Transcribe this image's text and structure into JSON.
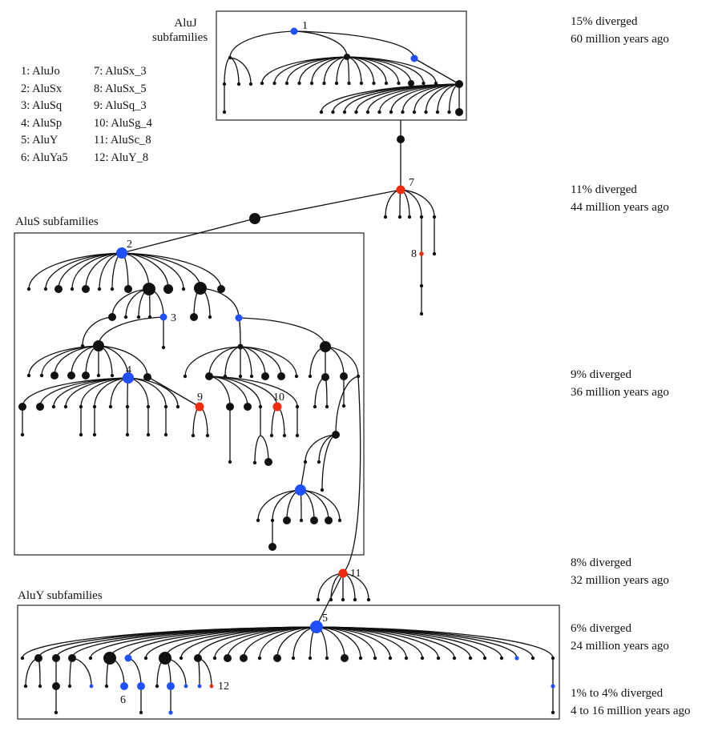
{
  "groups": {
    "aluj": "AluJ",
    "aluj_sub": "subfamilies",
    "alus": "AluS subfamilies",
    "aluy": "AluY subfamilies"
  },
  "key": [
    {
      "num": "1",
      "name": "AluJo"
    },
    {
      "num": "2",
      "name": "AluSx"
    },
    {
      "num": "3",
      "name": "AluSq"
    },
    {
      "num": "4",
      "name": "AluSp"
    },
    {
      "num": "5",
      "name": "AluY"
    },
    {
      "num": "6",
      "name": "AluYa5"
    },
    {
      "num": "7",
      "name": "AluSx_3"
    },
    {
      "num": "8",
      "name": "AluSx_5"
    },
    {
      "num": "9",
      "name": "AluSq_3"
    },
    {
      "num": "10",
      "name": "AluSg_4"
    },
    {
      "num": "11",
      "name": "AluSc_8"
    },
    {
      "num": "12",
      "name": "AluY_8"
    }
  ],
  "time_labels": [
    {
      "diverged": "15% diverged",
      "age": "60 million years ago"
    },
    {
      "diverged": "11% diverged",
      "age": "44 million years ago"
    },
    {
      "diverged": "9% diverged",
      "age": "36 million years ago"
    },
    {
      "diverged": "8% diverged",
      "age": "32 million years ago"
    },
    {
      "diverged": "6% diverged",
      "age": "24 million years ago"
    },
    {
      "diverged": "1% to 4% diverged",
      "age": "4 to 16 million years ago"
    }
  ],
  "colors": {
    "node": "#111111",
    "blue": "#1f4fff",
    "red": "#ee2a10"
  }
}
